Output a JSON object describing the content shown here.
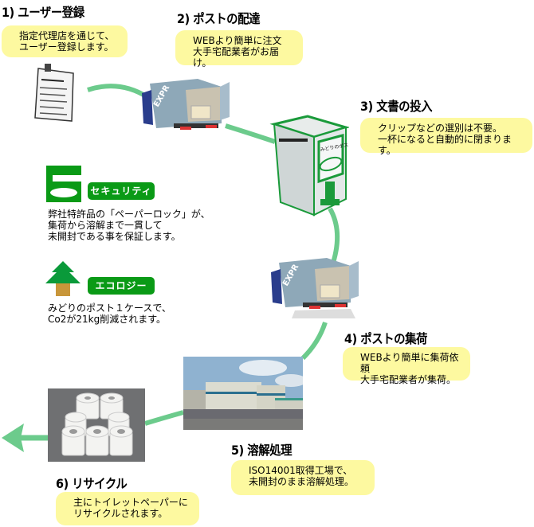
{
  "colors": {
    "flow_line": "#6ccb8c",
    "bubble_bg": "#fdf9a0",
    "badge_bg": "#0a9a16",
    "lock_icon": "#0a9a16",
    "tree_green": "#0a9a3a",
    "tree_trunk": "#c8963a"
  },
  "steps": [
    {
      "title": "1) ユーザー登録",
      "description": "指定代理店を通じて、\nユーザー登録します。",
      "image": "clipboard-form"
    },
    {
      "title": "2) ポストの配達",
      "description": "WEBより簡単に注文\n大手宅配業者がお届け。",
      "image": "delivery-truck",
      "truck_label": "EXPR"
    },
    {
      "title": "3) 文書の投入",
      "description": "クリップなどの選別は不要。\n一杯になると自動的に閉まります。",
      "image": "midori-post-box",
      "box_label": "みどりのポスト"
    },
    {
      "title": "4) ポストの集荷",
      "description": "WEBより簡単に集荷依頼\n大手宅配業者が集荷。",
      "image": "delivery-truck",
      "truck_label": "EXPR"
    },
    {
      "title": "5) 溶解処理",
      "description": "ISO14001取得工場で、\n未開封のまま溶解処理。",
      "image": "factory-photo"
    },
    {
      "title": "6) リサイクル",
      "description": "主にトイレットペーパーに\nリサイクルされます。",
      "image": "toilet-paper-photo"
    }
  ],
  "features": {
    "security": {
      "badge": "セキュリティ",
      "icon": "lock-icon",
      "text": "弊社特許品の「ペーパーロック」が、\n集荷から溶解まで一貫して\n未開封である事を保証します。"
    },
    "ecology": {
      "badge": "エコロジー",
      "icon": "tree-icon",
      "text": "みどりのポスト１ケースで、\nCo2が21kg削減されます。"
    }
  }
}
